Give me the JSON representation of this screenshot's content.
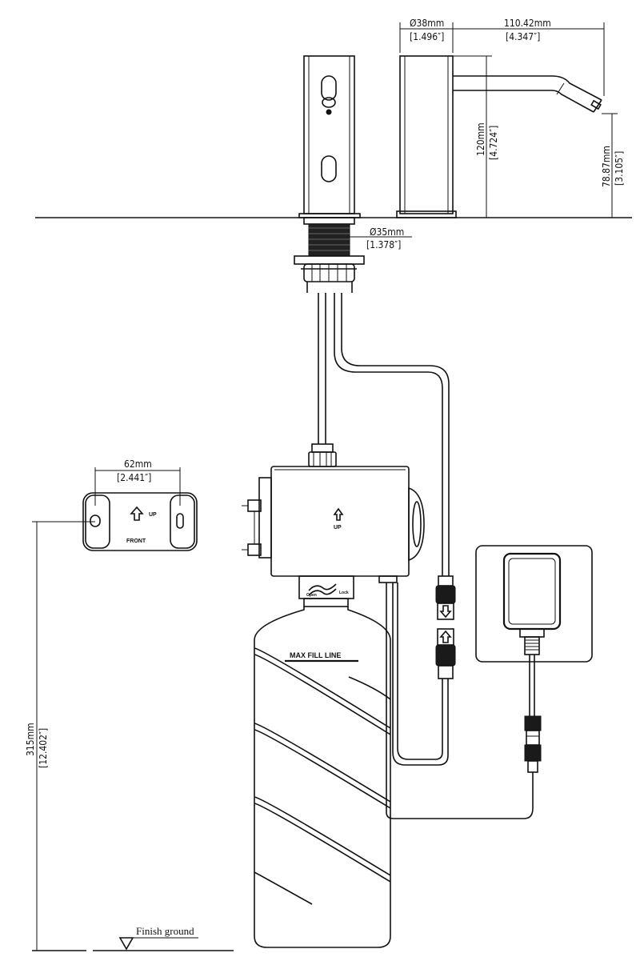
{
  "dimensions": {
    "spout_diameter": {
      "metric": "Ø38mm",
      "imperial": "[1.496″]"
    },
    "spout_reach": {
      "metric": "110.42mm",
      "imperial": "[4.347″]"
    },
    "spout_height": {
      "metric": "120mm",
      "imperial": "[4.724″]"
    },
    "outlet_height": {
      "metric": "78.87mm",
      "imperial": "[3.105″]"
    },
    "shank_diameter": {
      "metric": "Ø35mm",
      "imperial": "[1.378″]"
    },
    "bracket_width": {
      "metric": "62mm",
      "imperial": "[2.441″]"
    },
    "install_height": {
      "metric": "315mm",
      "imperial": "[12.402″]"
    }
  },
  "labels": {
    "bracket_up": "UP",
    "bracket_front": "FRONT",
    "pump_up": "UP",
    "bottle_fill": "MAX FILL LINE",
    "cap_open": "Open",
    "cap_lock": "Lock",
    "finish_ground": "Finish ground"
  }
}
